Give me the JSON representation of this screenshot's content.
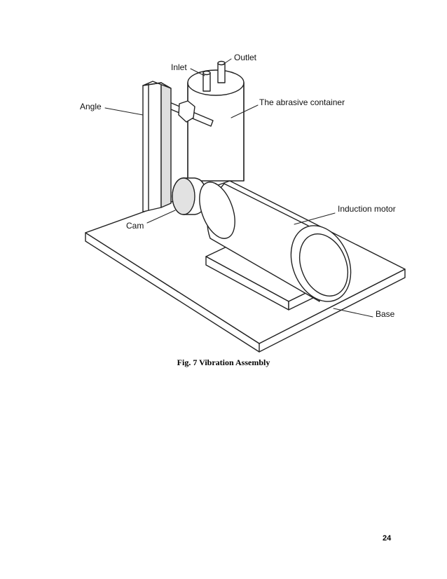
{
  "figure": {
    "labels": {
      "inlet": "Inlet",
      "outlet": "Outlet",
      "angle": "Angle",
      "container": "The abrasive container",
      "cam": "Cam",
      "motor": "Induction motor",
      "base": "Base"
    }
  },
  "caption": "Fig. 7 Vibration Assembly",
  "page_number": "24"
}
